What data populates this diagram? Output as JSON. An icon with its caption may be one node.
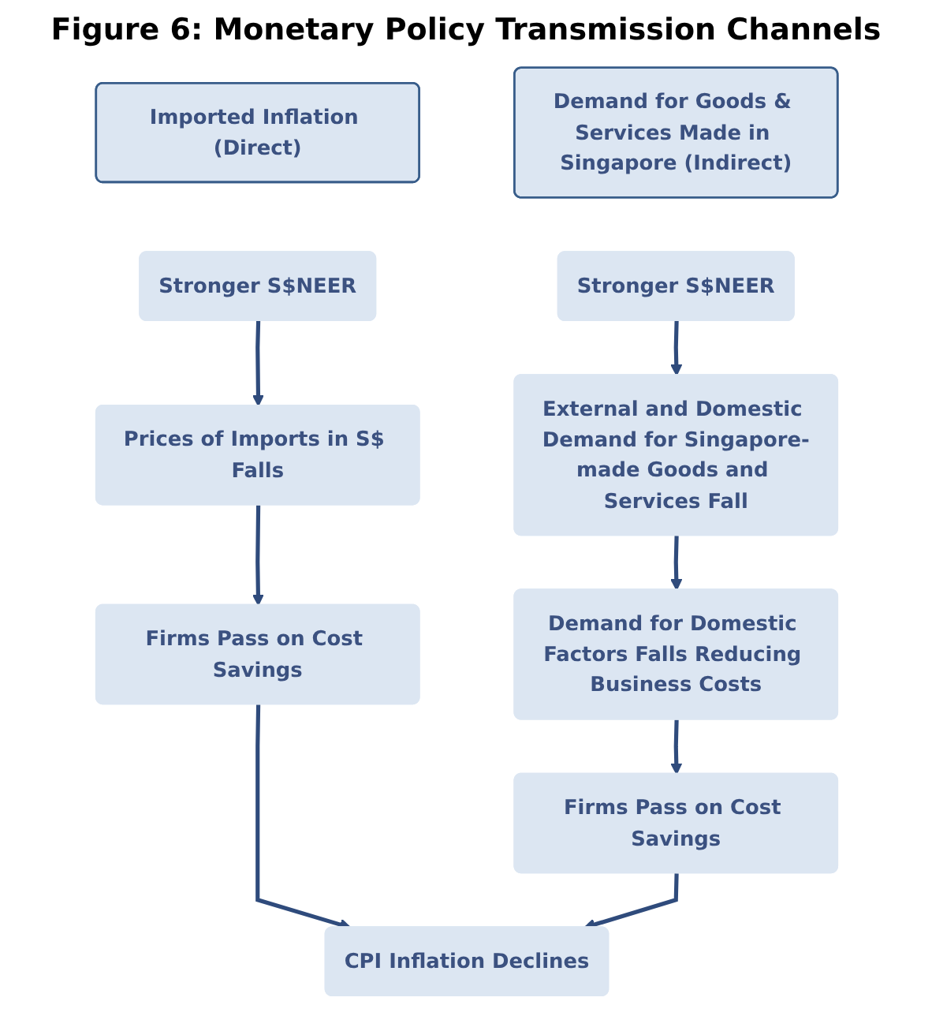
{
  "diagram": {
    "title": "Figure 6: Monetary Policy Transmission Channels",
    "nodes": [
      {
        "text": [
          "Imported Inflation (Direct)"
        ]
      },
      {
        "text": [
          "Demand for Goods & Services Made in Singapore (Indirect)"
        ]
      },
      {
        "text": [
          "Stronger S$NEER"
        ]
      },
      {
        "text": [
          "Stronger S$NEER"
        ]
      },
      {
        "text": [
          "Prices of Imports in S$ Falls"
        ]
      },
      {
        "text": [
          "External and Domestic Demand for Singapore-made Goods and Services Fall"
        ]
      },
      {
        "text": [
          "Firms Pass on Cost Savings"
        ]
      },
      {
        "text": [
          "Demand for Domestic Factors Falls Reducing Business Costs"
        ]
      },
      {
        "text": [
          "CPI Inflation Declines"
        ]
      },
      {
        "text": [
          "Firms Pass on Cost Savings"
        ]
      }
    ],
    "edges": [
      {
        "from": 2,
        "to": 4,
        "arrow": "to"
      },
      {
        "from": 3,
        "to": 5,
        "arrow": "to"
      },
      {
        "from": 4,
        "to": 6,
        "arrow": "to"
      },
      {
        "from": 5,
        "to": 7,
        "arrow": "to"
      },
      {
        "from": 6,
        "to": 8,
        "arrow": "to"
      },
      {
        "from": 7,
        "to": 9,
        "arrow": "to"
      },
      {
        "from": 9,
        "to": 8,
        "arrow": "to"
      }
    ]
  }
}
